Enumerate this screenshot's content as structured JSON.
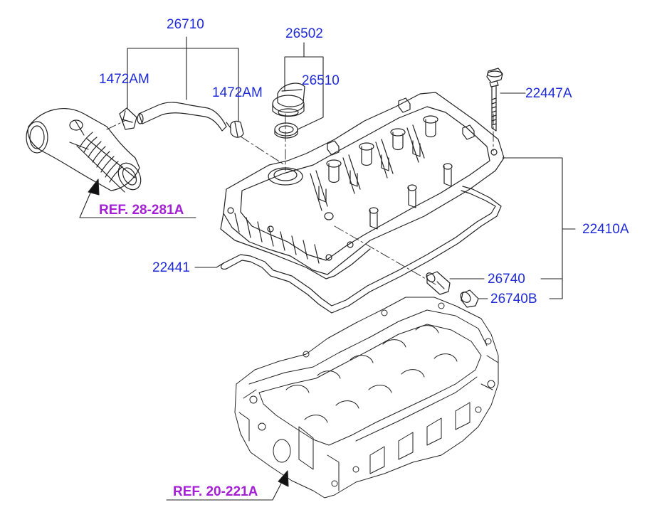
{
  "colors": {
    "part_label": "#1f2bd6",
    "ref_label": "#a41fd6",
    "line": "#222222"
  },
  "labels": {
    "hose_assy": "26710",
    "clamp_left": "1472AM",
    "clamp_right": "1472AM",
    "oil_cap_assy": "26502",
    "oil_cap_gasket": "26510",
    "bolt": "22447A",
    "cover_assy": "22410A",
    "cover_gasket": "22441",
    "pcv_valve": "26740",
    "pcv_grommet": "26740B"
  },
  "refs": {
    "air_intake_hose": "REF. 28-281A",
    "cylinder_head": "REF. 20-221A"
  }
}
